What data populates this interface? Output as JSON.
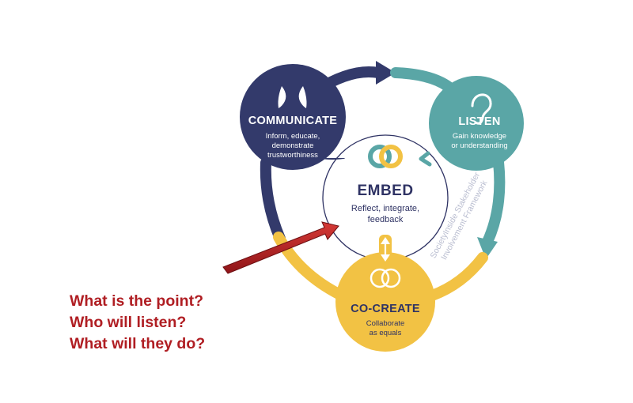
{
  "colors": {
    "navy": "#333a6b",
    "teal": "#5aa6a6",
    "yellow": "#f2c244",
    "arrow_red": "#b01e23",
    "question_red": "#b01e23",
    "embed_stroke": "#2f3364",
    "framework_gray": "#b9bdd0"
  },
  "nodes": {
    "communicate": {
      "title": "COMMUNICATE",
      "desc_lines": [
        "Inform, educate,",
        "demonstrate",
        "trustworthiness"
      ],
      "icon": "speech-bubbles-icon"
    },
    "listen": {
      "title": "LISTEN",
      "desc_lines": [
        "Gain knowledge",
        "or understanding"
      ],
      "icon": "ear-icon"
    },
    "cocreate": {
      "title": "CO-CREATE",
      "desc_lines": [
        "Collaborate",
        "as equals"
      ],
      "icon": "overlapping-circles-icon"
    }
  },
  "center": {
    "title": "EMBED",
    "desc_lines": [
      "Reflect, integrate,",
      "feedback"
    ],
    "icon": "interlocking-rings-icon"
  },
  "framework_label_lines": [
    "SocietyInside Stakeholder",
    "Involvement Framework"
  ],
  "questions": [
    "What is the point?",
    "Who will listen?",
    "What will they do?"
  ]
}
